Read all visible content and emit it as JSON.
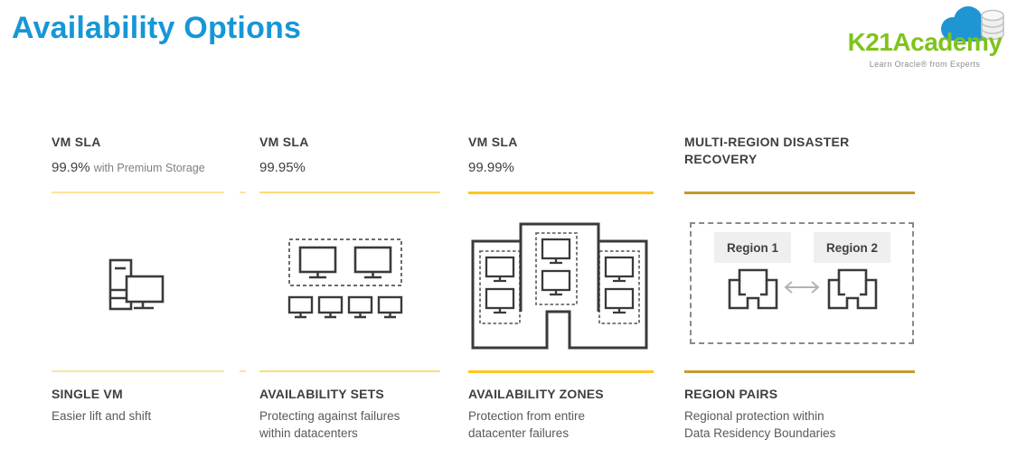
{
  "page": {
    "title": "Availability Options"
  },
  "logo": {
    "name": "K21Academy",
    "tagline": "Learn Oracle® from Experts"
  },
  "colors": {
    "title": "#1697D6",
    "logo_green": "#7FC31C",
    "logo_cloud": "#2095D3",
    "heading_text": "#3F3F3F",
    "body_text": "#595959",
    "muted_text": "#7F7F7F",
    "icon_stroke": "#3A3A3A",
    "connector_dash": "#FFE2A2",
    "region_label_bg": "#EFEFEF",
    "arrow_gray": "#B3B3B3"
  },
  "columns": [
    {
      "id": "single-vm",
      "header_title": "VM SLA",
      "header_value": "99.9%",
      "header_suffix": "with Premium Storage",
      "line_color": "#FFE3A0",
      "footer_title": "SINGLE VM",
      "footer_desc": "Easier lift and shift"
    },
    {
      "id": "availability-sets",
      "header_title": "VM SLA",
      "header_value": "99.95%",
      "line_color": "#FFDA79",
      "footer_title": "AVAILABILITY SETS",
      "footer_desc": "Protecting against failures within datacenters"
    },
    {
      "id": "availability-zones",
      "header_title": "VM SLA",
      "header_value": "99.99%",
      "line_color": "#FFC51F",
      "footer_title": "AVAILABILITY ZONES",
      "footer_desc": "Protection from entire datacenter failures"
    },
    {
      "id": "region-pairs",
      "header_title": "MULTI-REGION DISASTER RECOVERY",
      "line_color": "#C49A2E",
      "footer_title": "REGION PAIRS",
      "footer_desc": "Regional protection within Data Residency Boundaries",
      "region_labels": [
        "Region 1",
        "Region 2"
      ]
    }
  ]
}
